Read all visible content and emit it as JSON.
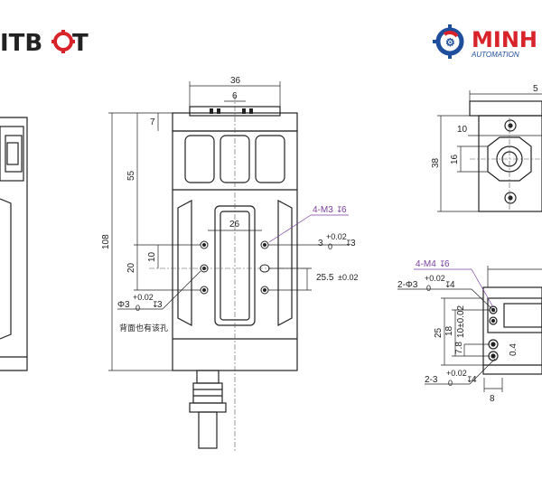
{
  "logos": {
    "left_brand": "ITB",
    "left_brand_tail": "T",
    "right_brand": "MINH",
    "right_sub": "AUTOMATION"
  },
  "front_view": {
    "dim_width": "36",
    "dim_slot": "6",
    "dim_top": "7",
    "dim_55": "55",
    "dim_total": "108",
    "dim_20": "20",
    "dim_10": "10",
    "dim_26": "26",
    "hole_label": "4-M3",
    "hole_depth": "6",
    "pin_3": "3",
    "pin_tol_top": "+0.02",
    "pin_tol_bot": "0",
    "pin_depth": "3",
    "pitch_25_5": "25.5",
    "pitch_tol": "±0.02",
    "phi_label": "Φ3",
    "phi_depth": "3",
    "back_note": "背面也有该孔"
  },
  "top_view": {
    "dim_right": "5",
    "dim_10": "10",
    "dim_38": "38",
    "dim_16": "16"
  },
  "side_view": {
    "hole_label": "4-M4",
    "hole_depth": "6",
    "phi_label": "2-Φ3",
    "phi_tol_top": "+0.02",
    "phi_tol_bot": "0",
    "phi_depth": "4",
    "dim_25": "25",
    "dim_18": "18",
    "dim_10_02": "10±0.02",
    "dim_7_8": "7.8",
    "dim_0_4": "0.4",
    "slot_label": "2-3",
    "slot_tol_top": "+0.02",
    "slot_tol_bot": "0",
    "slot_depth": "4",
    "dim_8": "8"
  },
  "colors": {
    "line": "#222222",
    "accent_purple": "#7b3fa0",
    "logo_red": "#d8232a",
    "logo_blue": "#1f4e9c"
  }
}
